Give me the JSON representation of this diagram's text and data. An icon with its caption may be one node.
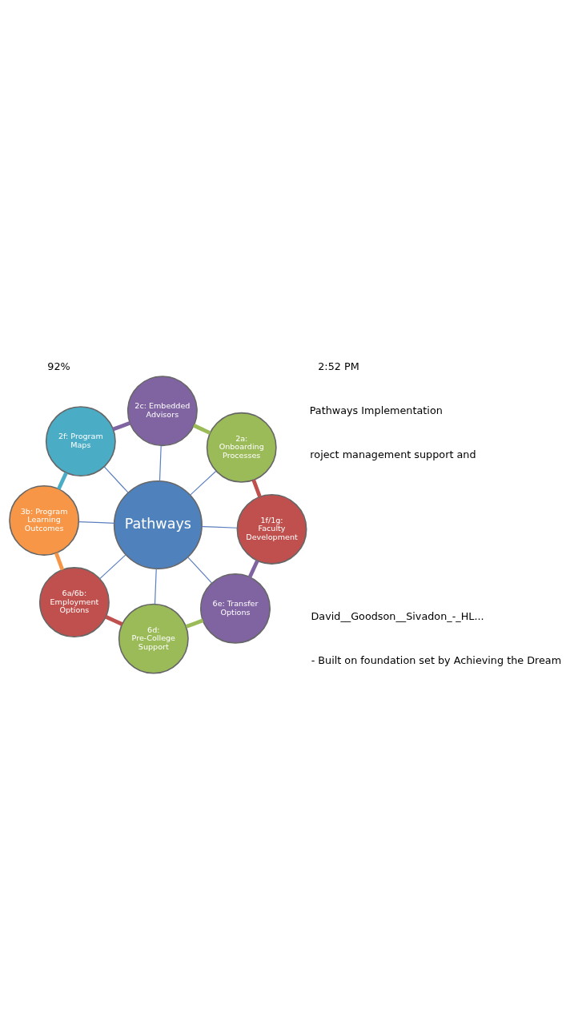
{
  "diagram": {
    "nodes": [
      {
        "text": [
          "Pathways"
        ]
      },
      {
        "text": [
          "1f/1g: Faculty Development"
        ]
      },
      {
        "text": [
          "2a: Onboarding Processes"
        ]
      },
      {
        "text": [
          "2c: Embedded Advisors"
        ]
      },
      {
        "text": [
          "2f: Program Maps"
        ]
      },
      {
        "text": [
          "3b: Program Learning Outcomes"
        ]
      },
      {
        "text": [
          "6a/6b: Employment Options"
        ]
      },
      {
        "text": [
          "6d: Pre-College Support"
        ]
      },
      {
        "text": [
          "6e: Transfer Options"
        ]
      }
    ],
    "edges": [
      {
        "from": 0,
        "to": 1,
        "arrow": "none"
      },
      {
        "from": 0,
        "to": 2,
        "arrow": "none"
      },
      {
        "from": 0,
        "to": 3,
        "arrow": "none"
      },
      {
        "from": 0,
        "to": 4,
        "arrow": "none"
      },
      {
        "from": 0,
        "to": 5,
        "arrow": "none"
      },
      {
        "from": 0,
        "to": 6,
        "arrow": "none"
      },
      {
        "from": 0,
        "to": 7,
        "arrow": "none"
      },
      {
        "from": 0,
        "to": 8,
        "arrow": "none"
      },
      {
        "from": 1,
        "to": 2,
        "arrow": "none",
        "style": "thick",
        "color": "#c0504d"
      },
      {
        "from": 2,
        "to": 3,
        "arrow": "none",
        "style": "thick",
        "color": "#9bbb59"
      },
      {
        "from": 3,
        "to": 4,
        "arrow": "none",
        "style": "thick",
        "color": "#8064a2"
      },
      {
        "from": 4,
        "to": 5,
        "arrow": "none",
        "style": "thick",
        "color": "#4bacc6"
      },
      {
        "from": 5,
        "to": 6,
        "arrow": "none",
        "style": "thick",
        "color": "#f79646"
      },
      {
        "from": 6,
        "to": 7,
        "arrow": "none",
        "style": "thick",
        "color": "#c0504d"
      },
      {
        "from": 7,
        "to": 8,
        "arrow": "none",
        "style": "thick",
        "color": "#9bbb59"
      },
      {
        "from": 8,
        "to": 1,
        "arrow": "none",
        "style": "thick",
        "color": "#8064a2"
      }
    ],
    "labels": [
      "2:52 PM",
      "92%",
      "David__Goodson__Sivadon_-_HL...",
      "- Built on foundation set by Achieving the Dream",
      "Pathways Implementation",
      "roject management support and"
    ]
  }
}
